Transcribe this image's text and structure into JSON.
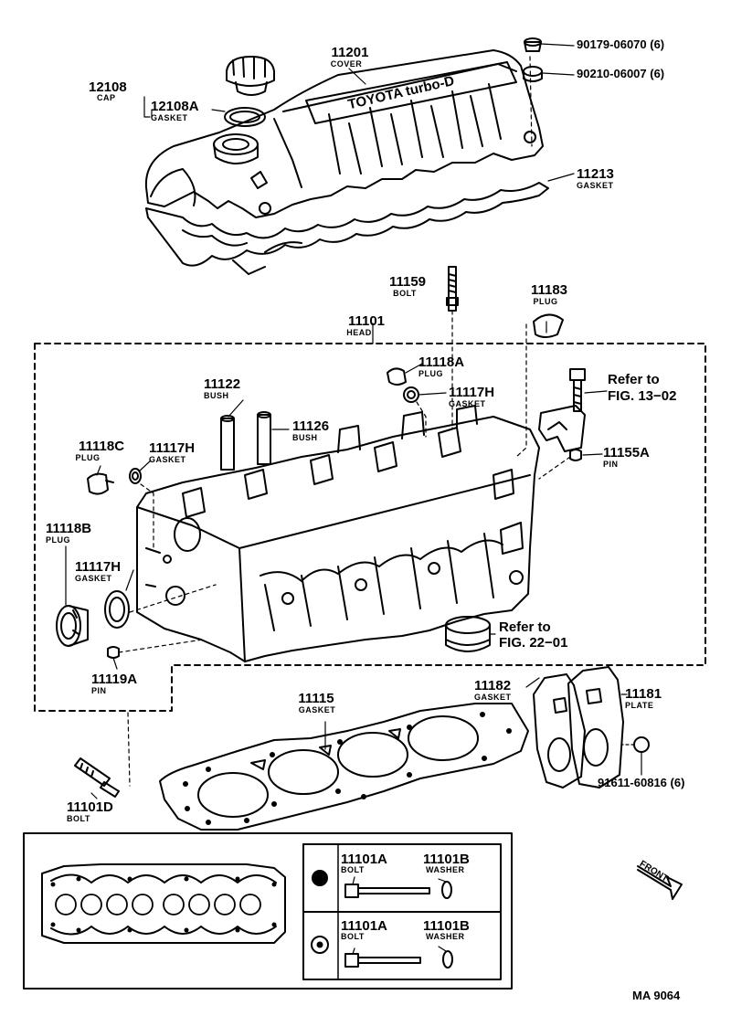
{
  "parts": {
    "cover": {
      "num": "11201",
      "name": "COVER"
    },
    "cap": {
      "num": "12108",
      "name": "CAP"
    },
    "cap_gasket": {
      "num": "12108A",
      "name": "GASKET"
    },
    "nut_pn": "90179-06070 (6)",
    "washer_pn": "90210-06007 (6)",
    "cover_gasket": {
      "num": "11213",
      "name": "GASKET"
    },
    "bolt_11159": {
      "num": "11159",
      "name": "BOLT"
    },
    "plug_11183": {
      "num": "11183",
      "name": "PLUG"
    },
    "head": {
      "num": "11101",
      "name": "HEAD"
    },
    "plug_11118a": {
      "num": "11118A",
      "name": "PLUG"
    },
    "gasket_11117h_top": {
      "num": "11117H",
      "name": "GASKET"
    },
    "refer_13_02": {
      "line1": "Refer to",
      "line2": "FIG. 13−02"
    },
    "bush_11122": {
      "num": "11122",
      "name": "BUSH"
    },
    "bush_11126": {
      "num": "11126",
      "name": "BUSH"
    },
    "plug_11118c": {
      "num": "11118C",
      "name": "PLUG"
    },
    "gasket_11117h_left": {
      "num": "11117H",
      "name": "GASKET"
    },
    "pin_11155a": {
      "num": "11155A",
      "name": "PIN"
    },
    "plug_11118b": {
      "num": "11118B",
      "name": "PLUG"
    },
    "gasket_11117h_low": {
      "num": "11117H",
      "name": "GASKET"
    },
    "refer_22_01": {
      "line1": "Refer to",
      "line2": "FIG. 22−01"
    },
    "pin_11119a": {
      "num": "11119A",
      "name": "PIN"
    },
    "gasket_11115": {
      "num": "11115",
      "name": "GASKET"
    },
    "gasket_11182": {
      "num": "11182",
      "name": "GASKET"
    },
    "plate_11181": {
      "num": "11181",
      "name": "PLATE"
    },
    "bolt_pn": "91611-60816 (6)",
    "bolt_11101d": {
      "num": "11101D",
      "name": "BOLT"
    }
  },
  "inset": {
    "row1": {
      "bolt_num": "11101A",
      "bolt_name": "BOLT",
      "washer_num": "11101B",
      "washer_name": "WASHER"
    },
    "row2": {
      "bolt_num": "11101A",
      "bolt_name": "BOLT",
      "washer_num": "11101B",
      "washer_name": "WASHER"
    }
  },
  "front_label": "FRONT",
  "cover_logo": "TOYOTA turbo-D",
  "figure_code": "MA 9064"
}
